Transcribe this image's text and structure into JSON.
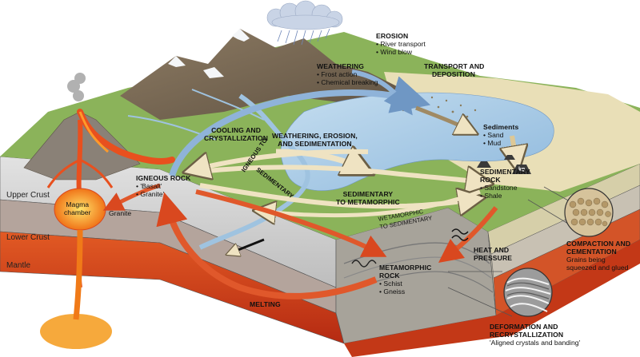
{
  "erosion": {
    "title": "EROSION",
    "items": [
      "• River transport",
      "• Wind blow"
    ]
  },
  "weathering": {
    "title": "WEATHERING",
    "items": [
      "• Frost action",
      "• Chemical breaking"
    ]
  },
  "transport": {
    "line1": "TRANSPORT AND",
    "line2": "DEPOSITION"
  },
  "cooling": {
    "line1": "COOLING AND",
    "line2": "CRYSTALLIZATION"
  },
  "wes": {
    "line1": "WEATHERING, EROSION,",
    "line2": "AND SEDIMENTATION"
  },
  "igneous_to_sed": {
    "line1": "IGNEOUS TO",
    "line2": "SEDIMENTARY"
  },
  "sediments": {
    "title": "Sediments",
    "items": [
      "• Sand",
      "• Mud"
    ]
  },
  "kg_label": "kg",
  "igneous_rock": {
    "title": "IGNEOUS ROCK",
    "items": [
      "• 'Basalt'",
      "• Granite'"
    ]
  },
  "sedimentary_rock": {
    "line1": "SEDIMENTARY",
    "line2": "ROCK",
    "items": [
      "• Sandstone",
      "• Shale"
    ]
  },
  "sed_to_meta": {
    "line1": "SEDIMENTARY",
    "line2": "TO METAMORPHIC"
  },
  "meta_to_sed": {
    "line1": "WETAMORPHIC",
    "line2": "TO SEDIMENTARY"
  },
  "heat_pressure": {
    "line1": "HEAT AND",
    "line2": "PRESSURE"
  },
  "metamorphic_rock": {
    "line1": "METAMORPHIC",
    "line2": "ROCK",
    "items": [
      "• Schist",
      "• Gneiss"
    ]
  },
  "melting": "MELTING",
  "magma": {
    "line1": "Magma",
    "line2": "chamber"
  },
  "granite": "Granite",
  "layers": {
    "upper": "Upper Crust",
    "lower": "Lower Crust",
    "mantle": "Mantle"
  },
  "compaction": {
    "line1": "COMPACTION AND",
    "line2": "CEMENTATION",
    "line3": "Grains being",
    "line4": "squeezed and glued"
  },
  "deformation": {
    "line1": "DEFORMATION AND",
    "line2": "RECRYSTALLIZATION",
    "line3": "'Aligned crystals and banding'"
  },
  "colors": {
    "sky": "#ffffff",
    "cloud": "#c9d4e6",
    "rain": "#6e86b8",
    "mountain": "#7a6a55",
    "snow": "#f4f6f8",
    "grass": "#7fa84a",
    "sand": "#e8ddb5",
    "water": "#a9cbe6",
    "lava": "#e8501e",
    "magma": "#f7a21b",
    "crust": "#cfcfcf",
    "lower_crust": "#a99993",
    "mantle": "#d6451f",
    "arrow_blue": "#8fb3d9",
    "arrow_red": "#e0582b",
    "arrow_cream": "#f3ead0"
  }
}
